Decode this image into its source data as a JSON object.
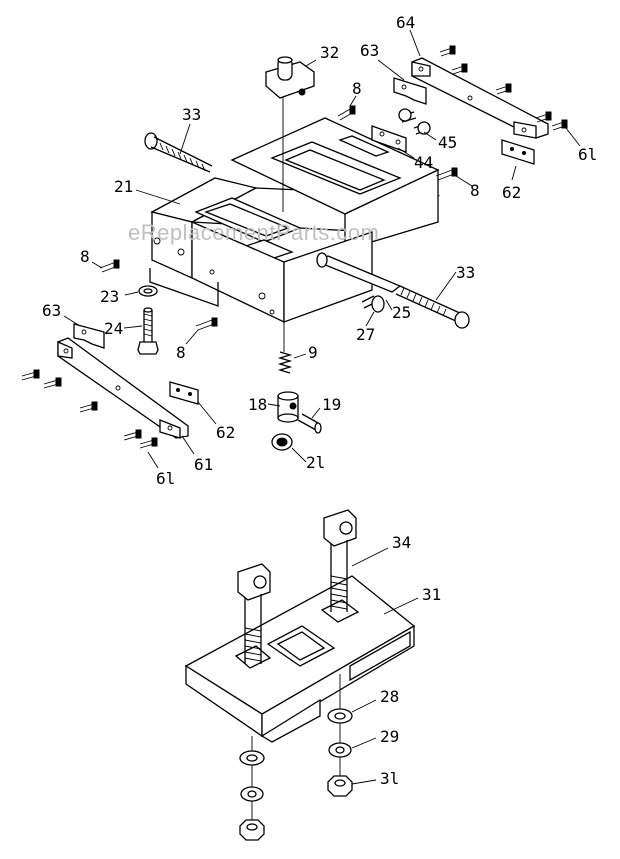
{
  "watermark": "eReplacementParts.com",
  "upper_assembly": {
    "callouts": [
      {
        "id": "callout-64",
        "label": "64"
      },
      {
        "id": "callout-32",
        "label": "32"
      },
      {
        "id": "callout-63-top",
        "label": "63"
      },
      {
        "id": "callout-8-a",
        "label": "8"
      },
      {
        "id": "callout-45",
        "label": "45"
      },
      {
        "id": "callout-44",
        "label": "44"
      },
      {
        "id": "callout-61-top",
        "label": "6l"
      },
      {
        "id": "callout-33-top",
        "label": "33"
      },
      {
        "id": "callout-8-b",
        "label": "8"
      },
      {
        "id": "callout-62-top",
        "label": "62"
      },
      {
        "id": "callout-21",
        "label": "21"
      },
      {
        "id": "callout-8-c",
        "label": "8"
      },
      {
        "id": "callout-33-right",
        "label": "33"
      },
      {
        "id": "callout-23",
        "label": "23"
      },
      {
        "id": "callout-25",
        "label": "25"
      },
      {
        "id": "callout-63-left",
        "label": "63"
      },
      {
        "id": "callout-24",
        "label": "24"
      },
      {
        "id": "callout-8-d",
        "label": "8"
      },
      {
        "id": "callout-27",
        "label": "27"
      },
      {
        "id": "callout-9",
        "label": "9"
      },
      {
        "id": "callout-18",
        "label": "18"
      },
      {
        "id": "callout-19",
        "label": "19"
      },
      {
        "id": "callout-62-left",
        "label": "62"
      },
      {
        "id": "callout-20",
        "label": "2l"
      },
      {
        "id": "callout-61-left",
        "label": "6l"
      },
      {
        "id": "callout-61-bottom",
        "label": "61"
      }
    ]
  },
  "lower_assembly": {
    "callouts": [
      {
        "id": "callout-34",
        "label": "34"
      },
      {
        "id": "callout-31",
        "label": "31"
      },
      {
        "id": "callout-28",
        "label": "28"
      },
      {
        "id": "callout-29",
        "label": "29"
      },
      {
        "id": "callout-30",
        "label": "3l"
      }
    ]
  }
}
